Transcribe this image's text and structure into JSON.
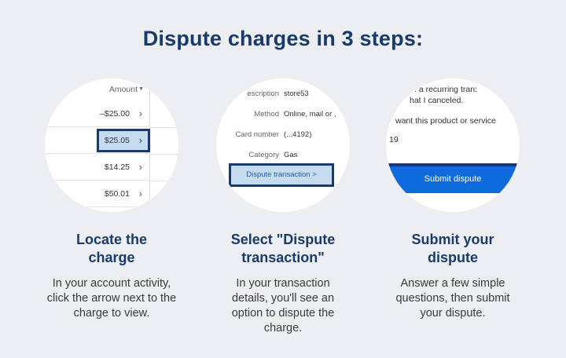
{
  "page": {
    "title": "Dispute charges in 3 steps:"
  },
  "steps": [
    {
      "title_lines": [
        "Locate the",
        "charge"
      ],
      "desc_lines": [
        "In your account activity,",
        "click the arrow next to the",
        "charge to view."
      ],
      "illustration": {
        "column_header": "Amount",
        "sort_icon": "caret-down-icon",
        "rows": [
          {
            "amount": "–$25.00",
            "selected": false
          },
          {
            "amount": "$25.05",
            "selected": true
          },
          {
            "amount": "$14.25",
            "selected": false
          },
          {
            "amount": "$50.01",
            "selected": false
          }
        ]
      }
    },
    {
      "title_lines": [
        "Select \"Dispute",
        "transaction\""
      ],
      "desc_lines": [
        "In your transaction",
        "details, you'll see an",
        "option to dispute the",
        "charge."
      ],
      "illustration": {
        "fields": [
          {
            "label": "escription",
            "value": "store53"
          },
          {
            "label": "Method",
            "value": "Online, mail or ,"
          },
          {
            "label": "Card number",
            "value": "(...4192)"
          },
          {
            "label": "Category",
            "value": "Gas"
          }
        ],
        "button_label": "Dispute transaction >"
      }
    },
    {
      "title_lines": [
        "Submit your",
        "dispute"
      ],
      "desc_lines": [
        "Answer a few simple",
        "questions, then submit",
        "your dispute."
      ],
      "illustration": {
        "lines": [
          ". a recurring tran:",
          "hat I canceled.",
          "want this product or service",
          "19"
        ],
        "submit_label": "Submit dispute"
      }
    }
  ],
  "colors": {
    "navy": "#1a3a6b",
    "highlight": "#c5dcf0",
    "submit_blue": "#0d6bdc",
    "background": "#eceef1"
  }
}
